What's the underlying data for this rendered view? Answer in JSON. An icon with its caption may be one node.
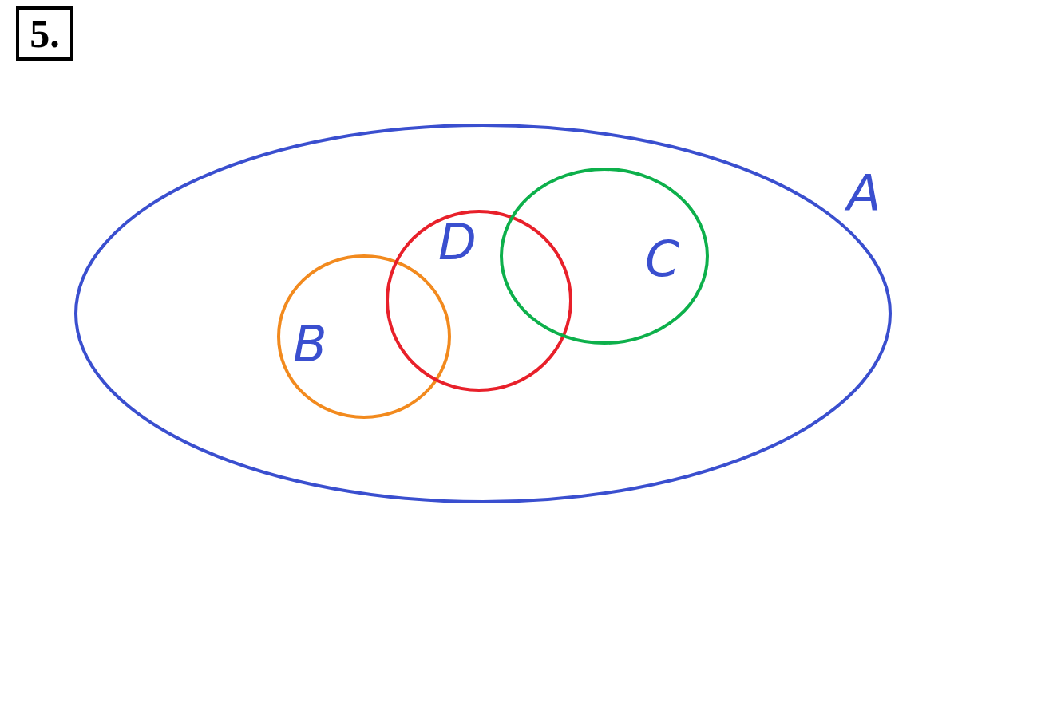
{
  "diagram": {
    "nodes": [
      {
        "text": [
          "5."
        ]
      },
      {
        "text": [
          "A"
        ]
      },
      {
        "text": [
          "B"
        ],
        "in": 1
      },
      {
        "text": [
          "D"
        ],
        "in": 1
      },
      {
        "text": [
          "C"
        ],
        "in": 1
      }
    ]
  }
}
